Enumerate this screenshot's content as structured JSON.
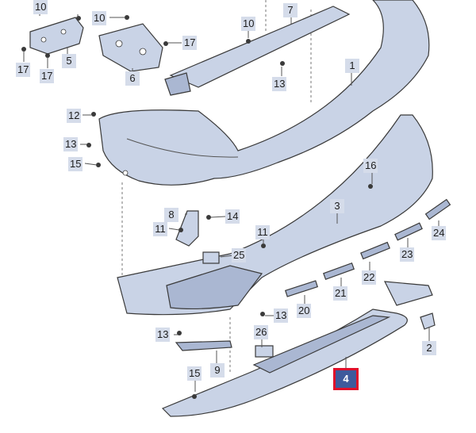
{
  "callouts": {
    "c1": "1",
    "c2": "2",
    "c3": "3",
    "c4": "4",
    "c5": "5",
    "c6": "6",
    "c7": "7",
    "c8": "8",
    "c9": "9",
    "c10a": "10",
    "c10b": "10",
    "c10c": "10",
    "c11a": "11",
    "c11b": "11",
    "c12": "12",
    "c13a": "13",
    "c13b": "13",
    "c13c": "13",
    "c13d": "13",
    "c14": "14",
    "c15a": "15",
    "c15b": "15",
    "c16": "16",
    "c17a": "17",
    "c17b": "17",
    "c17c": "17",
    "c20": "20",
    "c21": "21",
    "c22": "22",
    "c23": "23",
    "c24": "24",
    "c25": "25",
    "c26": "26"
  },
  "highlight": {
    "part": "4",
    "color": "#e0102a",
    "fill": "#3e5a9c"
  },
  "colors": {
    "part_fill": "#c9d3e6",
    "label_bg": "#d5dcea",
    "outline": "#3a3a3a"
  }
}
